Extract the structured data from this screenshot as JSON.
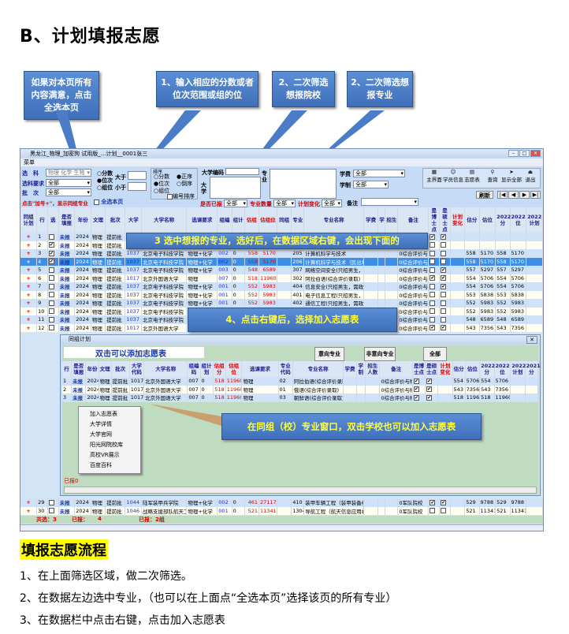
{
  "title": "B、计划填报志愿",
  "callouts": {
    "select_all": "如果对本页所有内容满意，点击全选本页",
    "score_range": "1、输入相应的分数或者位次范围或组的位",
    "filter_school": "2、二次筛选想报院校",
    "filter_major": "2、二次筛选想报专业",
    "step3": "3 选中想报的专业，选好后，在数据区域右键，会出现下面的",
    "step4": "4、点击右键后，选择加入志愿表",
    "dialog_tip": "在同组（校）专业窗口，双击学校也可以加入志愿表"
  },
  "app": {
    "window_title": "黑龙江_物理_加密狗 试用版_...计划__0001张三",
    "menu": "菜单",
    "filters": {
      "subject_label": "选　科",
      "subject_value": "物理 化学 生物",
      "subject_req_label": "选科要求",
      "subject_req_value": "全部",
      "batch_label": "批　次",
      "batch_value": "全部",
      "score_opts": [
        "分数",
        "位次",
        "组位"
      ],
      "gt_label": "大于",
      "lt_label": "小于",
      "sort_label": "排序",
      "sort_opts": [
        "分数",
        "位次",
        "组位"
      ],
      "order_opts": [
        "正序",
        "倒序"
      ],
      "code_sort": "编号排序",
      "univ_code_label": "大学编码",
      "univ_label": "大学",
      "major_label": "专业",
      "fee_label": "学费",
      "fee_value": "全部",
      "duration_label": "学制",
      "duration_value": "全部",
      "plus_hint": "点击\"加号+\"，显示同组专业",
      "select_all_page": "全选本页",
      "reported_label": "是否已报",
      "reported_value": "全部",
      "major_count_label": "专业数量",
      "major_count_value": "全部",
      "plan_change_label": "计划变化",
      "plan_change_value": "全部",
      "note_label": "备注"
    },
    "toolbar": [
      "主界面",
      "学员信息",
      "志愿表",
      "查询",
      "显示全部",
      "退出"
    ],
    "refresh": "刷新",
    "nav": [
      "|◀",
      "◀",
      "▶",
      "▶|"
    ],
    "columns": [
      "同组计划",
      "行",
      "选",
      "是否填报",
      "年份",
      "文理",
      "批次",
      "大学",
      "大学名称",
      "选课要求",
      "组编",
      "组计",
      "估组",
      "估组位",
      "同组",
      "专业",
      "专业名称",
      "学费",
      "学",
      "招生",
      "备注",
      "是博士点",
      "是硕士点",
      "计划变化",
      "估分",
      "估位",
      "2022分",
      "2022位",
      "2022计划"
    ],
    "rows": [
      {
        "n": "1",
        "chk": false,
        "st": "未报",
        "y": "2024",
        "t": "物理",
        "b": "提前批",
        "uc": "",
        "un": "",
        "req": "",
        "g": "",
        "gp": "",
        "es": "",
        "er": "",
        "mc": "",
        "mn": "",
        "note": "",
        "d": true,
        "m": true,
        "s1": "",
        "r1": "",
        "s2": "",
        "r2": ""
      },
      {
        "n": "2",
        "chk": true,
        "st": "未报",
        "y": "2024",
        "t": "物理",
        "b": "提前批",
        "uc": "",
        "un": "",
        "req": "",
        "g": "",
        "gp": "",
        "es": "",
        "er": "",
        "mc": "",
        "mn": "",
        "note": "",
        "d": false,
        "m": false,
        "s1": "",
        "r1": "",
        "s2": "",
        "r2": ""
      },
      {
        "n": "3",
        "chk": true,
        "st": "未报",
        "y": "2024",
        "t": "物理",
        "b": "提前批",
        "uc": "1037",
        "un": "北京电子科技学院",
        "req": "物理+化学",
        "g": "002",
        "gp": "0",
        "es": "558",
        "er": "5170",
        "mc": "205",
        "mn": "计算机科学与技术",
        "note": "0综合评价与特",
        "d": false,
        "m": false,
        "s1": "558",
        "r1": "5170",
        "s2": "558",
        "r2": "5170"
      },
      {
        "n": "4",
        "chk": true,
        "st": "未报",
        "y": "2024",
        "t": "物理",
        "b": "提前批",
        "uc": "1037",
        "un": "北京电子科技学院",
        "req": "物理+化学",
        "g": "002",
        "gp": "0",
        "es": "558",
        "er": "5170",
        "mc": "206",
        "mn": "计算机科学与技术（民出地区考",
        "note": "0综合评价与特",
        "d": false,
        "m": false,
        "s1": "558",
        "r1": "5170",
        "s2": "558",
        "r2": "5170"
      },
      {
        "n": "5",
        "chk": false,
        "st": "未报",
        "y": "2024",
        "t": "物理",
        "b": "提前批",
        "uc": "1037",
        "un": "北京电子科技学院",
        "req": "物理+化学",
        "g": "003",
        "gp": "0",
        "es": "548",
        "er": "6589",
        "mc": "307",
        "mn": "网络空间安全(只招男生，需政",
        "note": "0综合评价与特",
        "d": false,
        "m": true,
        "s1": "557",
        "r1": "5297",
        "s2": "557",
        "r2": "5297"
      },
      {
        "n": "6",
        "chk": false,
        "st": "未报",
        "y": "2024",
        "t": "物理",
        "b": "提前批",
        "uc": "1017",
        "un": "北京外国语大学",
        "req": "物理",
        "g": "007",
        "gp": "0",
        "es": "518",
        "er": "11960",
        "mc": "302",
        "mn": "阿拉伯语(综合评价录取)",
        "note": "0综合评价与特",
        "d": true,
        "m": true,
        "s1": "554",
        "r1": "5706",
        "s2": "554",
        "r2": "5706"
      },
      {
        "n": "7",
        "chk": false,
        "st": "未报",
        "y": "2024",
        "t": "物理",
        "b": "提前批",
        "uc": "1037",
        "un": "北京电子科技学院",
        "req": "物理+化学",
        "g": "001",
        "gp": "0",
        "es": "552",
        "er": "5983",
        "mc": "404",
        "mn": "信息安全(只招男生，需政审",
        "note": "0综合评价与特",
        "d": false,
        "m": true,
        "s1": "554",
        "r1": "5706",
        "s2": "554",
        "r2": "5706"
      },
      {
        "n": "8",
        "chk": false,
        "st": "未报",
        "y": "2024",
        "t": "物理",
        "b": "提前批",
        "uc": "1037",
        "un": "北京电子科技学院",
        "req": "物理+化学",
        "g": "001",
        "gp": "0",
        "es": "552",
        "er": "5983",
        "mc": "401",
        "mn": "电子信息工程(只招男生，需政",
        "note": "0综合评价与特",
        "d": false,
        "m": false,
        "s1": "553",
        "r1": "5838",
        "s2": "553",
        "r2": "5838"
      },
      {
        "n": "9",
        "chk": false,
        "st": "未报",
        "y": "2024",
        "t": "物理",
        "b": "提前批",
        "uc": "1037",
        "un": "北京电子科技学院",
        "req": "物理+化学",
        "g": "001",
        "gp": "0",
        "es": "552",
        "er": "5983",
        "mc": "402",
        "mn": "通信工程(只招男生，需政审",
        "note": "0综合评价与特",
        "d": false,
        "m": false,
        "s1": "552",
        "r1": "5983",
        "s2": "552",
        "r2": "5983"
      },
      {
        "n": "10",
        "chk": false,
        "st": "未报",
        "y": "2024",
        "t": "物理",
        "b": "提前批",
        "uc": "1037",
        "un": "北京电子科技学院",
        "req": "",
        "g": "",
        "gp": "",
        "es": "",
        "er": "",
        "mc": "",
        "mn": "",
        "note": "0综合评价与特",
        "d": false,
        "m": false,
        "s1": "552",
        "r1": "5983",
        "s2": "552",
        "r2": "5983"
      },
      {
        "n": "11",
        "chk": false,
        "st": "未报",
        "y": "2024",
        "t": "物理",
        "b": "提前批",
        "uc": "1037",
        "un": "北京电子科技学院",
        "req": "",
        "g": "",
        "gp": "",
        "es": "",
        "er": "",
        "mc": "",
        "mn": "",
        "note": "0综合评价与特",
        "d": false,
        "m": false,
        "s1": "548",
        "r1": "6589",
        "s2": "548",
        "r2": "6589"
      },
      {
        "n": "12",
        "chk": false,
        "st": "未报",
        "y": "2024",
        "t": "物理",
        "b": "提前批",
        "uc": "1017",
        "un": "北京外国语大学",
        "req": "",
        "g": "",
        "gp": "",
        "es": "",
        "er": "",
        "mc": "",
        "mn": "",
        "note": "0综合评价与特",
        "d": true,
        "m": true,
        "s1": "543",
        "r1": "7356",
        "s2": "543",
        "r2": "7356"
      }
    ],
    "bottom_rows": [
      {
        "n": "29",
        "chk": false,
        "st": "未报",
        "y": "2024",
        "t": "物理",
        "b": "提前批",
        "uc": "1044",
        "un": "陆军装甲兵学院",
        "req": "物理+化学",
        "g": "002",
        "gp": "0",
        "es": "461",
        "er": "27117",
        "mc": "410",
        "mn": "装甲车辆工程（装甲装备维修",
        "note": "0军队院校",
        "d": true,
        "m": true,
        "s1": "529",
        "r1": "9788",
        "s2": "529",
        "r2": "9788"
      },
      {
        "n": "30",
        "chk": false,
        "st": "未报",
        "y": "2024",
        "t": "物理",
        "b": "提前批",
        "uc": "1046",
        "un": "战略支援部队航天工程",
        "req": "物理+化学",
        "g": "001",
        "gp": "0",
        "es": "521",
        "er": "11341",
        "mc": "1304",
        "mn": "导航工程（航天信息应用初级",
        "note": "0军队院校",
        "d": false,
        "m": false,
        "s1": "521",
        "r1": "11341",
        "s2": "521",
        "r2": "11341"
      }
    ],
    "footer": {
      "total": "共选：3",
      "reported": "已报：",
      "reported_n": "4",
      "groups": "已报：2组"
    },
    "context_menu": [
      "加入志愿表",
      "大学详情",
      "大学官网",
      "阳光网院校库",
      "高校VR展示",
      "百度百科"
    ],
    "dialog": {
      "title": "同组计划",
      "heading": "双击可以添加志愿表",
      "buttons": [
        "意向专业",
        "非意向专业",
        "全部"
      ],
      "columns": [
        "行",
        "是否填报",
        "年份",
        "文理",
        "批次",
        "大学代码",
        "大学名称",
        "组编码",
        "组计划",
        "估组分",
        "估组位",
        "选课要求",
        "专业代码",
        "专业名称",
        "学费",
        "学制",
        "招生人数",
        "备注",
        "是博士点",
        "是硕士点",
        "计划变化",
        "估分",
        "估位",
        "2022分",
        "2022位",
        "2022计划",
        "2021分"
      ],
      "rows": [
        {
          "n": "1",
          "st": "未报",
          "y": "2024",
          "t": "物理",
          "b": "提前批",
          "uc": "1017",
          "un": "北京外国语大学",
          "g": "007",
          "gp": "0",
          "es": "518",
          "er": "11960",
          "req": "物理",
          "mc": "02",
          "mn": "阿拉伯语(综合评价录取)",
          "note": "0综合评价与特",
          "s1": "554",
          "r1": "5706",
          "s2": "554",
          "r2": "5706"
        },
        {
          "n": "2",
          "st": "未报",
          "y": "2024",
          "t": "物理",
          "b": "提前批",
          "uc": "1017",
          "un": "北京外国语大学",
          "g": "007",
          "gp": "0",
          "es": "518",
          "er": "11960",
          "req": "物理",
          "mc": "01",
          "mn": "俄语(综合评价录取)",
          "note": "0综合评价与特",
          "s1": "543",
          "r1": "7356",
          "s2": "543",
          "r2": "7356"
        },
        {
          "n": "3",
          "st": "未报",
          "y": "2024",
          "t": "物理",
          "b": "提前批",
          "uc": "1017",
          "un": "北京外国语大学",
          "g": "007",
          "gp": "0",
          "es": "518",
          "er": "11960",
          "req": "物理",
          "mc": "03",
          "mn": "朝鲜语(综合评价录取)",
          "note": "0综合评价与特",
          "s1": "518",
          "r1": "11960",
          "s2": "518",
          "r2": "11960"
        }
      ],
      "reported": "已报0"
    }
  },
  "flow": {
    "title": "填报志愿流程",
    "steps": [
      "1、在上面筛选区域，做二次筛选。",
      "2、在数据左边选中专业，（也可以在上面点“全选本页”选择该页的所有专业）",
      "3、在数据栏中点击右键，点击加入志愿表"
    ]
  }
}
